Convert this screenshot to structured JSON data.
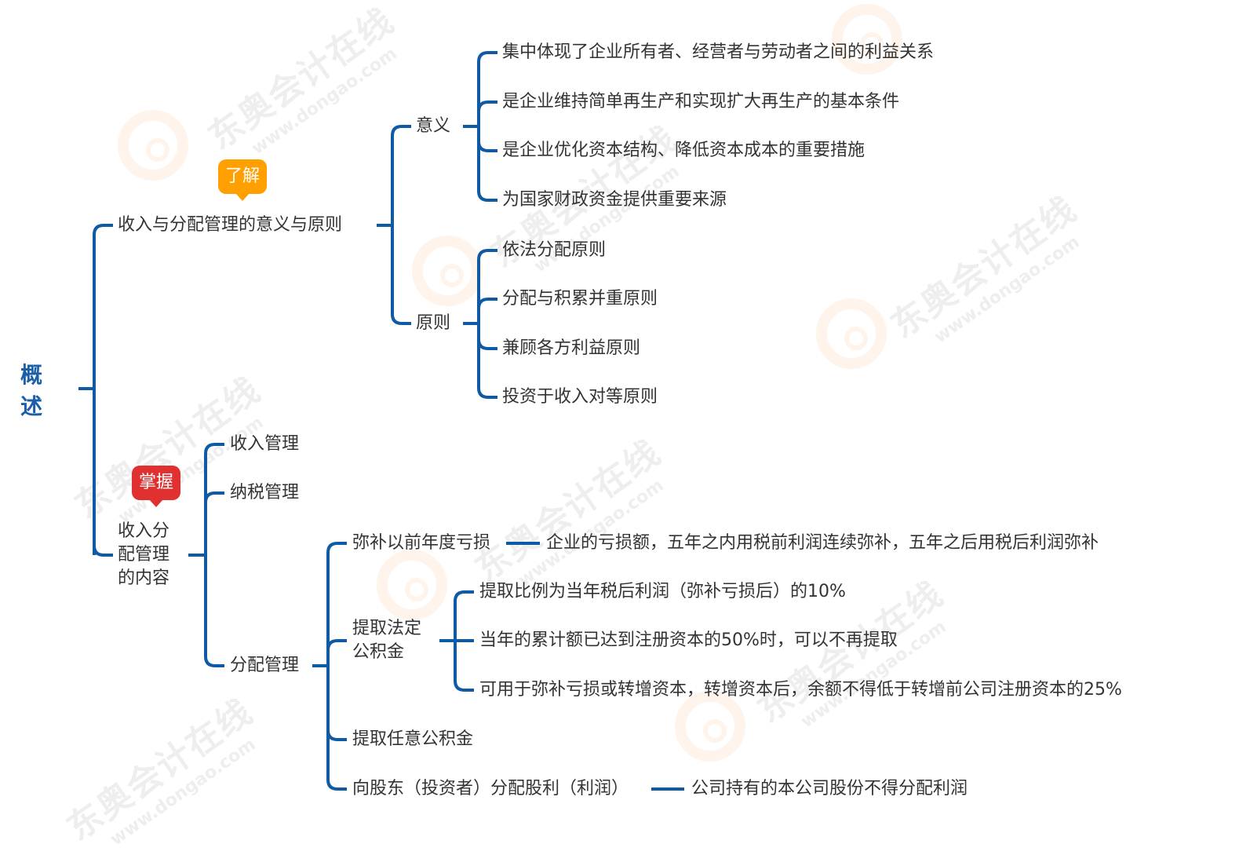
{
  "colors": {
    "line": "#0f5aa5",
    "root_text": "#1a5fa8",
    "text": "#333333",
    "badge_understand": "#ffa000",
    "badge_master": "#e03030"
  },
  "watermark": {
    "brand": "东奥会计在线",
    "url": "www.dongao.com"
  },
  "root": {
    "label": "概述"
  },
  "branch_meaning_principles": {
    "label": "收入与分配管理的意义与原则",
    "badge": "了解",
    "meaning": {
      "label": "意义",
      "items": [
        "集中体现了企业所有者、经营者与劳动者之间的利益关系",
        "是企业维持简单再生产和实现扩大再生产的基本条件",
        "是企业优化资本结构、降低资本成本的重要措施",
        "为国家财政资金提供重要来源"
      ]
    },
    "principles": {
      "label": "原则",
      "items": [
        "依法分配原则",
        "分配与积累并重原则",
        "兼顾各方利益原则",
        "投资于收入对等原则"
      ]
    }
  },
  "branch_content": {
    "label_lines": [
      "收入分",
      "配管理",
      "的内容"
    ],
    "badge": "掌握",
    "children": {
      "income_mgmt": "收入管理",
      "tax_mgmt": "纳税管理",
      "distribution_mgmt": {
        "label": "分配管理",
        "loss_offset": {
          "label": "弥补以前年度亏损",
          "note": "企业的亏损额，五年之内用税前利润连续弥补，五年之后用税后利润弥补"
        },
        "statutory_reserve": {
          "label_lines": [
            "提取法定",
            "公积金"
          ],
          "items": [
            "提取比例为当年税后利润（弥补亏损后）的10%",
            "当年的累计额已达到注册资本的50%时，可以不再提取",
            "可用于弥补亏损或转增资本，转增资本后，余额不得低于转增前公司注册资本的25%"
          ]
        },
        "discretionary_reserve": {
          "label": "提取任意公积金"
        },
        "dividends": {
          "label": "向股东（投资者）分配股利（利润）",
          "note": "公司持有的本公司股份不得分配利润"
        }
      }
    }
  }
}
